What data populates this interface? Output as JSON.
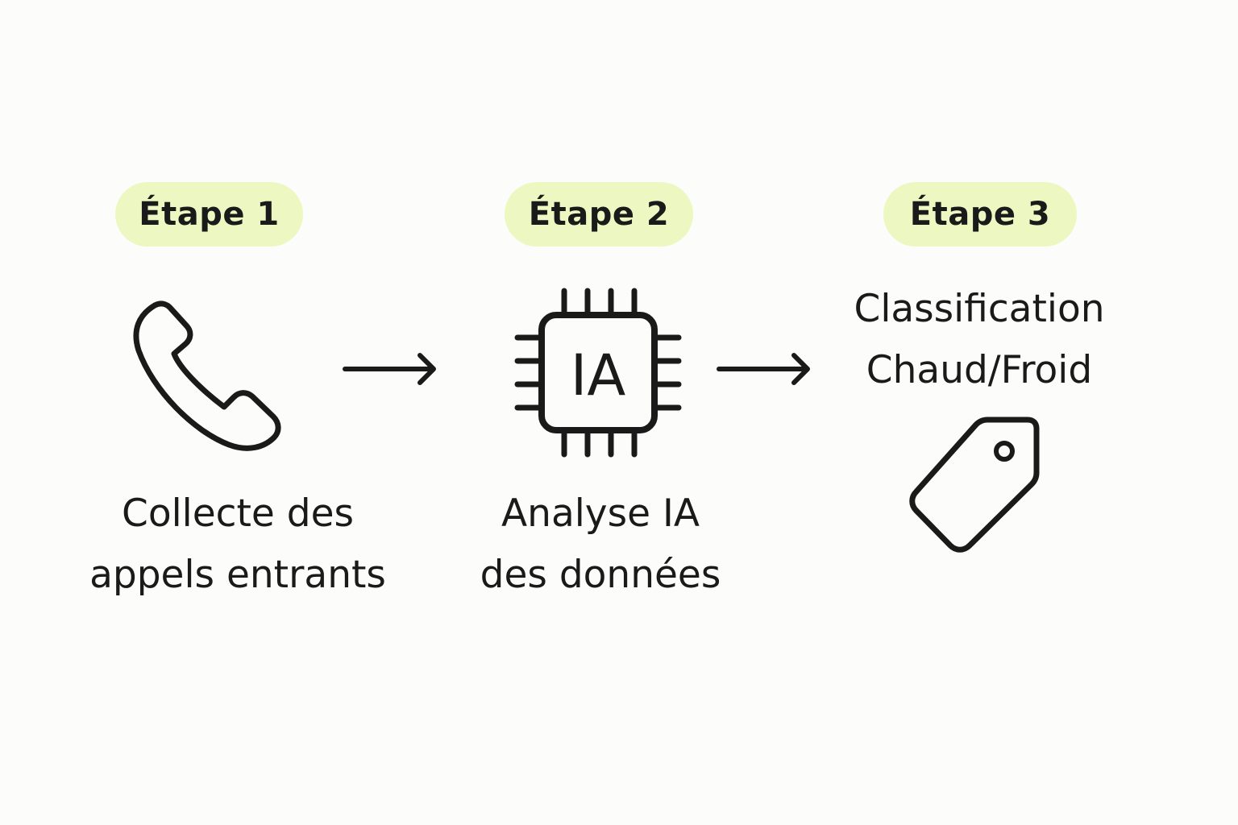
{
  "colors": {
    "background": "#fcfcfa",
    "pill": "#edf7c1",
    "ink": "#1a1a1a"
  },
  "steps": [
    {
      "badge": "Étape 1",
      "icon": "phone-icon",
      "caption_line1": "Collecte des",
      "caption_line2": "appels entrants"
    },
    {
      "badge": "Étape 2",
      "icon": "ai-chip-icon",
      "chip_label": "IA",
      "caption_line1": "Analyse IA",
      "caption_line2": "des données"
    },
    {
      "badge": "Étape 3",
      "icon": "tag-icon",
      "caption_line1": "Classification",
      "caption_line2": "Chaud/Froid"
    }
  ]
}
